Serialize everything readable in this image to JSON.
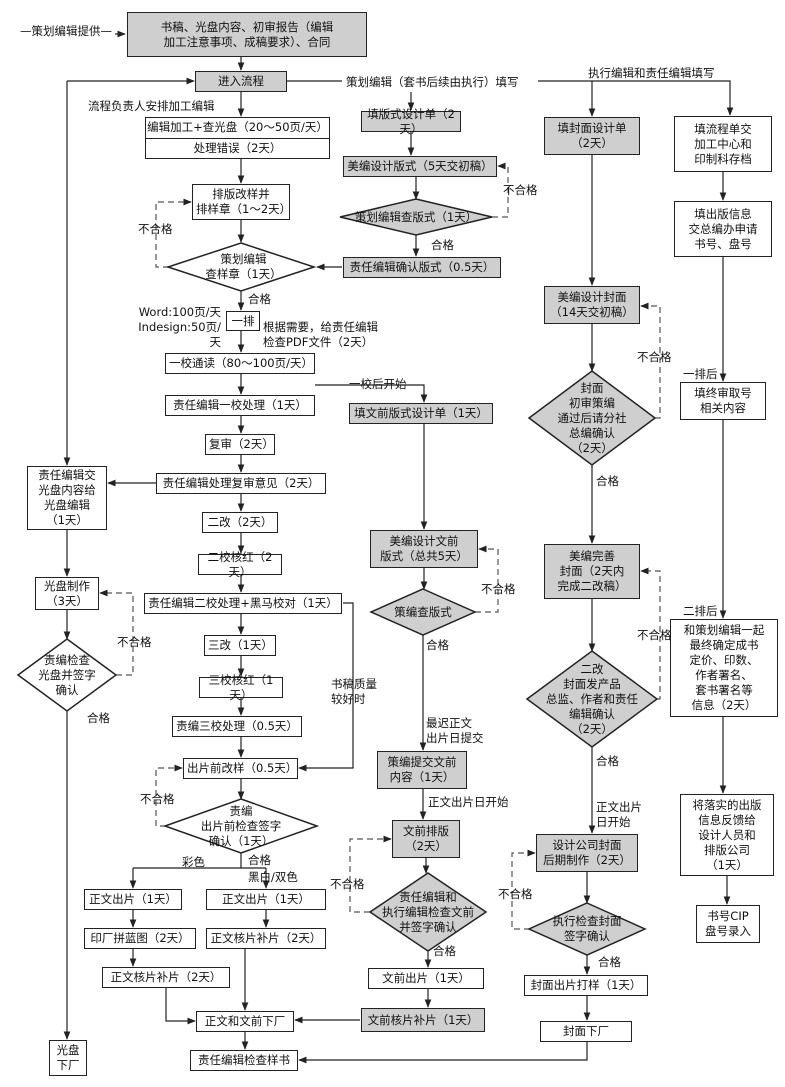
{
  "nodes": {
    "materials": "书稿、光盘内容、初审报告（编辑\n加工注意事项、成稿要求）、合同",
    "enter": "进入流程",
    "edit_a": "编辑加工+查光盘（20～50页/天）",
    "edit_b": "处理错误（2天）",
    "typeset": "排版改样并\n排样章（1～2天）",
    "check_sample": "策划编辑\n查样章（1天）",
    "first_pass": "一排",
    "read_1": "一校通读（80～100页/天）",
    "resp_1": "责任编辑一校处理（1天）",
    "recheck": "复审（2天）",
    "resp_recheck": "责任编辑处理复审意见（2天）",
    "rev_2": "二改（2天）",
    "proof_2": "二校核红（2天）",
    "resp_2": "责任编辑二校处理+黑马校对（1天）",
    "rev_3": "三改（1天）",
    "proof_3": "三校核红（1天）",
    "resp_3": "责编三校处理（0.5天）",
    "pre_film": "出片前改样（0.5天）",
    "pre_film_check": "责编\n出片前检查签字\n确认（1天）",
    "film_color": "正文出片（1天）",
    "film_bw": "正文出片（1天）",
    "blueprint": "印厂拼蓝图（2天）",
    "check_color": "正文核片补片（2天）",
    "check_bw": "正文核片补片（2天）",
    "to_factory": "正文和文前下厂",
    "final_check": "责任编辑检查样书",
    "cd_hand": "责任编辑交\n光盘内容给\n光盘编辑\n（1天）",
    "cd_make": "光盘制作\n（3天）",
    "cd_check": "责编检查\n光盘并签字\n确认",
    "cd_factory": "光盘\n下厂",
    "layout_form": "填版式设计单（2天）",
    "art_layout": "美编设计版式（5天交初稿）",
    "plan_check_layout": "策划编辑查版式（1天）",
    "resp_confirm_layout": "责任编辑确认版式（0.5天）",
    "front_form": "填文前版式设计单（1天）",
    "art_front": "美编设计文前\n版式（总共5天）",
    "plan_check_front": "策编查版式",
    "plan_submit_front": "策编提交文前\n内容（1天）",
    "front_typeset": "文前排版\n（2天）",
    "front_check": "责任编辑和\n执行编辑检查文前\n并签字确认",
    "front_film": "文前出片（1天）",
    "front_check_film": "文前核片补片（1天）",
    "cover_form": "填封面设计单\n（2天）",
    "art_cover": "美编设计封面\n（14天交初稿）",
    "cover_approve": "封面\n初审策编\n通过后请分社\n总编确认\n（2天）",
    "cover_refine": "美编完善\n封面（2天内\n完成二改稿）",
    "cover_approve2": "二改\n封面发产品\n总监、作者和责任\n编辑确认\n（2天）",
    "cover_company": "设计公司封面\n后期制作（2天）",
    "cover_exec_check": "执行检查封面\n签字确认",
    "cover_film": "封面出片打样（1天）",
    "cover_factory": "封面下厂",
    "flow_form": "填流程单交\n加工中心和\n印制科存档",
    "pub_info": "填出版信息\n交总编办申请\n书号、盘号",
    "final_review": "填终审取号\n相关内容",
    "pricing": "和策划编辑一起\n最终确定成书\n定价、印数、\n作者署名、\n套书署名等\n信息（2天）",
    "feedback": "将落实的出版\n信息反馈给\n设计人员和\n排版公司\n（1天）",
    "isbn": "书号CIP\n盘号录入"
  },
  "labels": {
    "plan_provide": "—策划编辑提供—",
    "arrange": "流程负责人安排加工编辑",
    "plan_fill": "策划编辑（套书后续由执行）填写",
    "exec_fill": "执行编辑和责任编辑填写",
    "fail": "不合格",
    "pass": "合格",
    "word": "Word:100页/天\nIndesign:50页/天",
    "need": "根据需要，给责任编辑\n检查PDF文件（2天）",
    "after_first": "一校后开始",
    "quality": "书稿质量\n较好时",
    "latest": "最迟正文\n出片日提交",
    "body_film_start": "正文出片日开始",
    "body_film_start2": "正文出片\n日开始",
    "color": "彩色",
    "bw": "黑白/双色",
    "after_first_type": "一排后",
    "after_second_type": "二排后"
  }
}
